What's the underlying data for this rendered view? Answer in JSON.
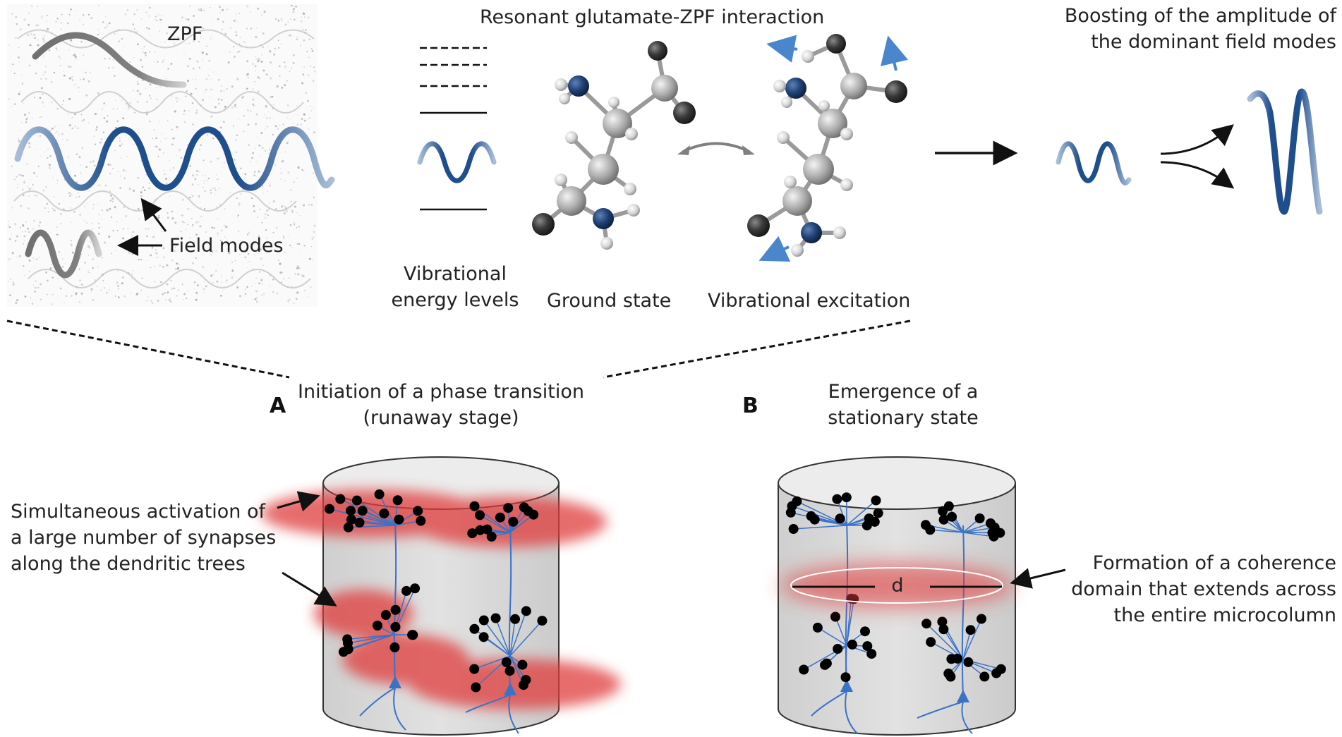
{
  "top": {
    "zpf_label": "ZPF",
    "field_modes_label": "Field modes",
    "resonant_title": "Resonant glutamate-ZPF interaction",
    "energy_levels_line1": "Vibrational",
    "energy_levels_line2": "energy levels",
    "ground_state_label": "Ground state",
    "excitation_label": "Vibrational excitation",
    "boost_line1": "Boosting of the amplitude of",
    "boost_line2": "the dominant field modes"
  },
  "panel_a": {
    "letter": "A",
    "title_line1": "Initiation of a phase transition",
    "title_line2": "(runaway stage)",
    "annotation_line1": "Simultaneous activation of",
    "annotation_line2": "a large number of synapses",
    "annotation_line3": "along the dendritic trees"
  },
  "panel_b": {
    "letter": "B",
    "title_line1": "Emergence of a",
    "title_line2": "stationary state",
    "annotation_line1": "Formation of a coherence",
    "annotation_line2": "domain that extends across",
    "annotation_line3": "the entire microcolumn",
    "distance_label": "d"
  },
  "colors": {
    "wave_blue": "#1f4e8c",
    "wave_gray": "#808080",
    "dendrite_blue": "#3a72c6",
    "arrow_blue": "#4a86cc",
    "glow_red": "#e03b3b",
    "cylinder_fill": "#dcdcdc",
    "atom_dark": "#3a3a3a",
    "atom_gray": "#a9a9a9",
    "atom_nitrogen": "#1f3f72"
  }
}
